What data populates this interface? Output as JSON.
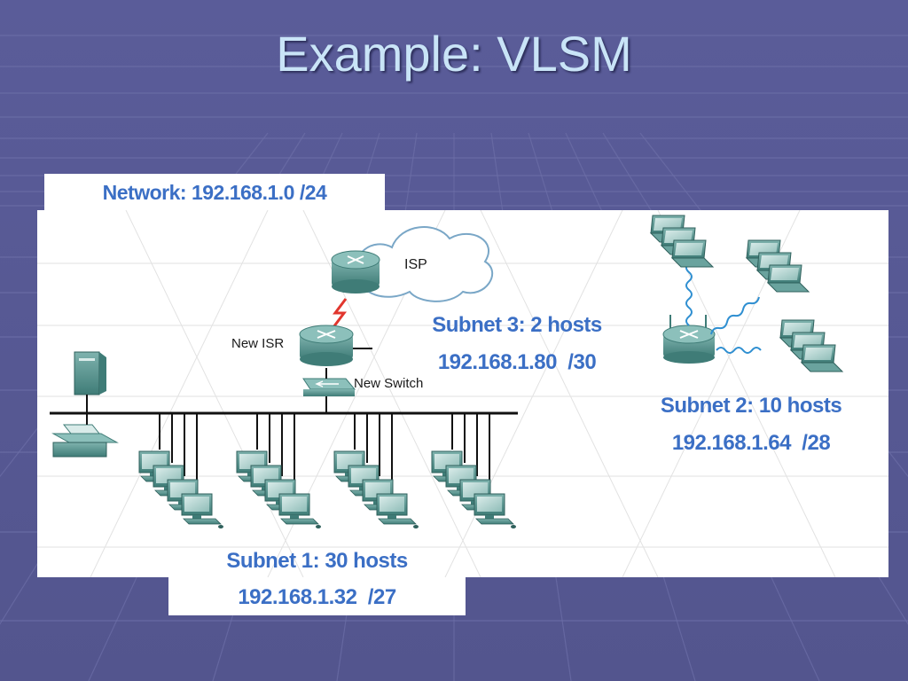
{
  "slide": {
    "title": "Example: VLSM"
  },
  "network_label": "Network: 192.168.1.0 /24",
  "devices": {
    "isp_label": "ISP",
    "isr_label": "New ISR",
    "switch_label": "New Switch"
  },
  "subnets": [
    {
      "title": "Subnet 1: 30 hosts",
      "address": "192.168.1.32  /27"
    },
    {
      "title": "Subnet 2: 10 hosts",
      "address": "192.168.1.64  /28"
    },
    {
      "title": "Subnet 3: 2 hosts",
      "address": "192.168.1.80  /30"
    }
  ],
  "colors": {
    "background": "#5b5d97",
    "label_blue": "#3b6fc5",
    "device_teal": "#4f8f8a",
    "title_text": "#c9e4f7"
  },
  "icons": [
    "router-icon",
    "cloud-icon",
    "switch-icon",
    "server-icon",
    "printer-icon",
    "pc-icon",
    "laptop-icon",
    "wireless-router-icon",
    "serial-link-icon"
  ]
}
